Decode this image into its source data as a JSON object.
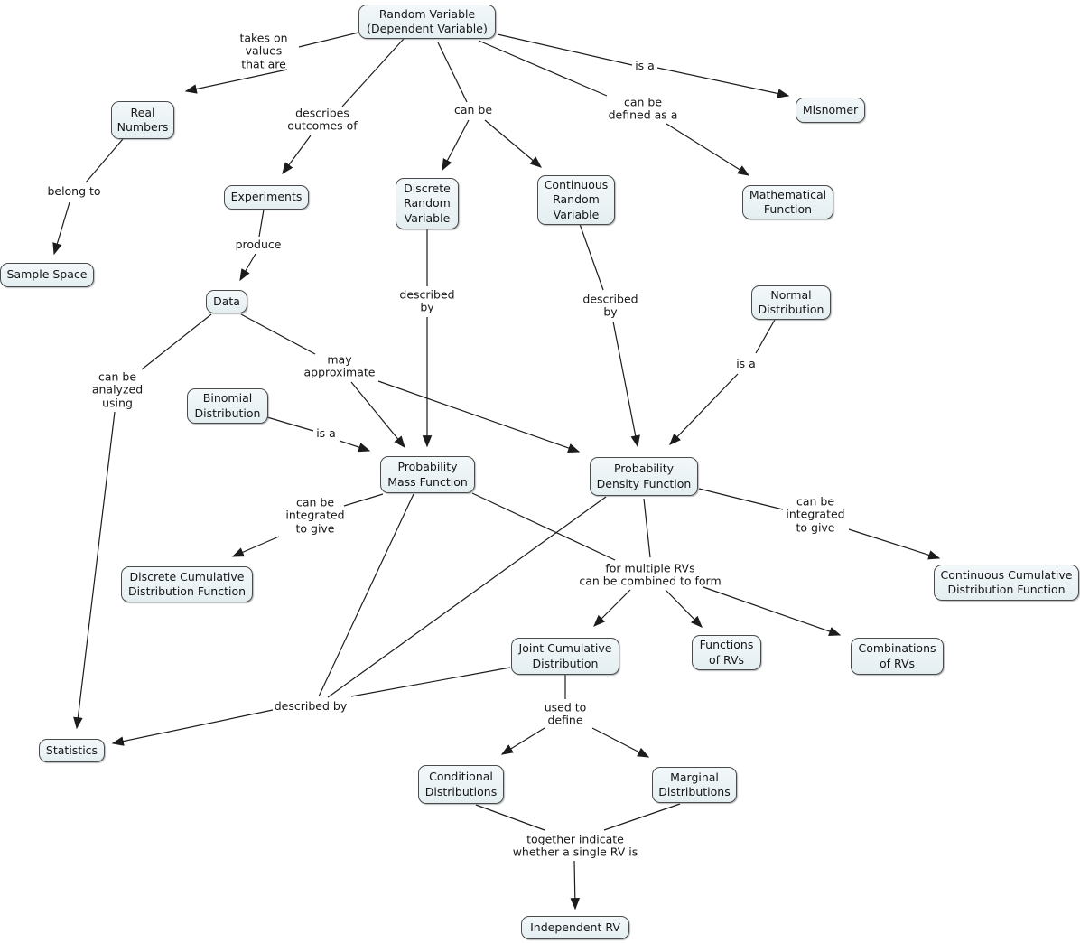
{
  "diagram": {
    "type": "concept-map",
    "topic": "Random Variable"
  },
  "colors": {
    "background": "#ffffff",
    "node_fill_top": "#f3f8fa",
    "node_fill_bottom": "#e4eef1",
    "node_border": "#4a4a4a",
    "line": "#1c1c1c",
    "text": "#161616"
  },
  "nodes": {
    "random_variable": "Random Variable\n(Dependent Variable)",
    "real_numbers": "Real\nNumbers",
    "misnomer": "Misnomer",
    "experiments": "Experiments",
    "discrete_random_variable": "Discrete\nRandom\nVariable",
    "continuous_random_variable": "Continuous\nRandom\nVariable",
    "mathematical_function": "Mathematical\nFunction",
    "sample_space": "Sample Space",
    "data": "Data",
    "normal_distribution": "Normal\nDistribution",
    "binomial_distribution": "Binomial\nDistribution",
    "probability_mass_function": "Probability\nMass Function",
    "probability_density_function": "Probability\nDensity Function",
    "discrete_cumulative_distribution_function": "Discrete Cumulative\nDistribution Function",
    "continuous_cumulative_distribution_function": "Continuous Cumulative\nDistribution Function",
    "joint_cumulative_distribution": "Joint Cumulative\nDistribution",
    "functions_of_rvs": "Functions\nof RVs",
    "combinations_of_rvs": "Combinations\nof RVs",
    "statistics": "Statistics",
    "conditional_distributions": "Conditional\nDistributions",
    "marginal_distributions": "Marginal\nDistributions",
    "independent_rv": "Independent RV"
  },
  "edges": [
    {
      "from": [
        "random_variable"
      ],
      "to": [
        "real_numbers"
      ],
      "label": "takes on\nvalues\nthat are"
    },
    {
      "from": [
        "random_variable"
      ],
      "to": [
        "experiments"
      ],
      "label": "describes\noutcomes of"
    },
    {
      "from": [
        "random_variable"
      ],
      "to": [
        "discrete_random_variable",
        "continuous_random_variable"
      ],
      "label": "can be"
    },
    {
      "from": [
        "random_variable"
      ],
      "to": [
        "misnomer"
      ],
      "label": "is a"
    },
    {
      "from": [
        "random_variable"
      ],
      "to": [
        "mathematical_function"
      ],
      "label": "can be\ndefined as a"
    },
    {
      "from": [
        "real_numbers"
      ],
      "to": [
        "sample_space"
      ],
      "label": "belong to"
    },
    {
      "from": [
        "experiments"
      ],
      "to": [
        "data"
      ],
      "label": "produce"
    },
    {
      "from": [
        "data"
      ],
      "to": [
        "statistics"
      ],
      "label": "can be\nanalyzed\nusing"
    },
    {
      "from": [
        "data"
      ],
      "to": [
        "probability_mass_function",
        "probability_density_function"
      ],
      "label": "may\napproximate"
    },
    {
      "from": [
        "discrete_random_variable"
      ],
      "to": [
        "probability_mass_function"
      ],
      "label": "described\nby"
    },
    {
      "from": [
        "continuous_random_variable"
      ],
      "to": [
        "probability_density_function"
      ],
      "label": "described\nby"
    },
    {
      "from": [
        "binomial_distribution"
      ],
      "to": [
        "probability_mass_function"
      ],
      "label": "is a"
    },
    {
      "from": [
        "normal_distribution"
      ],
      "to": [
        "probability_density_function"
      ],
      "label": "is a"
    },
    {
      "from": [
        "probability_mass_function"
      ],
      "to": [
        "discrete_cumulative_distribution_function"
      ],
      "label": "can be\nintegrated\nto give"
    },
    {
      "from": [
        "probability_density_function"
      ],
      "to": [
        "continuous_cumulative_distribution_function"
      ],
      "label": "can be\nintegrated\nto give"
    },
    {
      "from": [
        "probability_mass_function",
        "probability_density_function"
      ],
      "to": [
        "joint_cumulative_distribution",
        "functions_of_rvs",
        "combinations_of_rvs"
      ],
      "label": "for multiple RVs\ncan be combined to form"
    },
    {
      "from": [
        "probability_mass_function",
        "probability_density_function",
        "joint_cumulative_distribution"
      ],
      "to": [
        "statistics"
      ],
      "label": "described by"
    },
    {
      "from": [
        "joint_cumulative_distribution"
      ],
      "to": [
        "conditional_distributions",
        "marginal_distributions"
      ],
      "label": "used to\ndefine"
    },
    {
      "from": [
        "conditional_distributions",
        "marginal_distributions"
      ],
      "to": [
        "independent_rv"
      ],
      "label": "together indicate\nwhether a single RV is"
    }
  ]
}
